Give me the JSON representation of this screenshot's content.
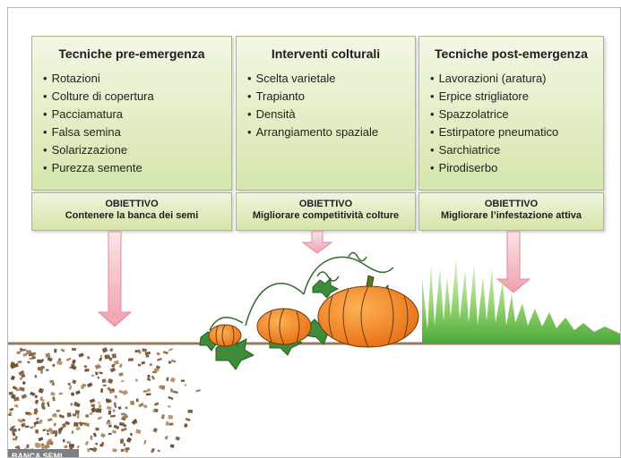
{
  "columns": [
    {
      "title": "Tecniche pre-emergenza",
      "items": [
        "Rotazioni",
        "Colture di copertura",
        "Pacciamatura",
        "Falsa semina",
        "Solarizzazione",
        "Purezza semente"
      ],
      "objective_label": "OBIETTIVO",
      "objective": "Contenere la banca dei semi"
    },
    {
      "title": "Interventi colturali",
      "items": [
        "Scelta varietale",
        "Trapianto",
        "Densità",
        "Arrangiamento spaziale"
      ],
      "objective_label": "OBIETTIVO",
      "objective": "Migliorare competitività colture"
    },
    {
      "title": "Tecniche post-emergenza",
      "items": [
        "Lavorazioni (aratura)",
        "Erpice strigliatore",
        "Spazzolatrice",
        "Estirpatore pneumatico",
        "Sarchiatrice",
        "Pirodiserbo"
      ],
      "objective_label": "OBIETTIVO",
      "objective": "Migliorare l’infestazione attiva"
    }
  ],
  "seed_bank_label": "BANCA SEMI",
  "colors": {
    "box_fill": "#d5e6ad",
    "arrow": "#f4b9c2",
    "arrow_stroke": "#e08a98",
    "soil": "#9a7a5c",
    "pumpkin": "#f08a25",
    "leaf": "#3e8b3a",
    "grass": "#6cc24a"
  }
}
